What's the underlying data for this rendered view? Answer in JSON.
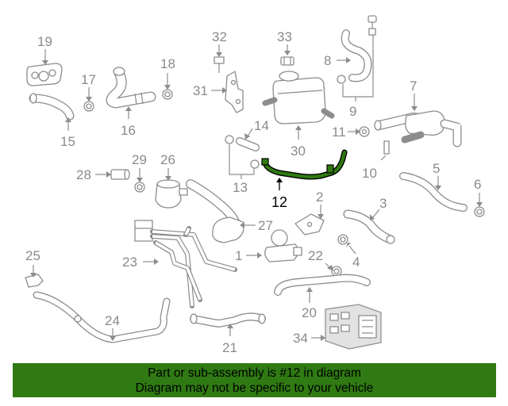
{
  "diagram": {
    "highlight_color": "#2f7a12",
    "highlighted_part": "12",
    "labels": {
      "n1": "1",
      "n2": "2",
      "n3": "3",
      "n4": "4",
      "n5": "5",
      "n6": "6",
      "n7": "7",
      "n8": "8",
      "n9": "9",
      "n10": "10",
      "n11": "11",
      "n12": "12",
      "n13": "13",
      "n14": "14",
      "n15": "15",
      "n16": "16",
      "n17": "17",
      "n18": "18",
      "n19": "19",
      "n20": "20",
      "n21": "21",
      "n22": "22",
      "n23": "23",
      "n24": "24",
      "n25": "25",
      "n26": "26",
      "n27": "27",
      "n28": "28",
      "n29": "29",
      "n30": "30",
      "n31": "31",
      "n32": "32",
      "n33": "33",
      "n34": "34"
    }
  },
  "banner": {
    "line1": "Part or sub-assembly is #12 in diagram",
    "line2": "Diagram may not be specific to your vehicle",
    "background": "#2f7a12"
  }
}
